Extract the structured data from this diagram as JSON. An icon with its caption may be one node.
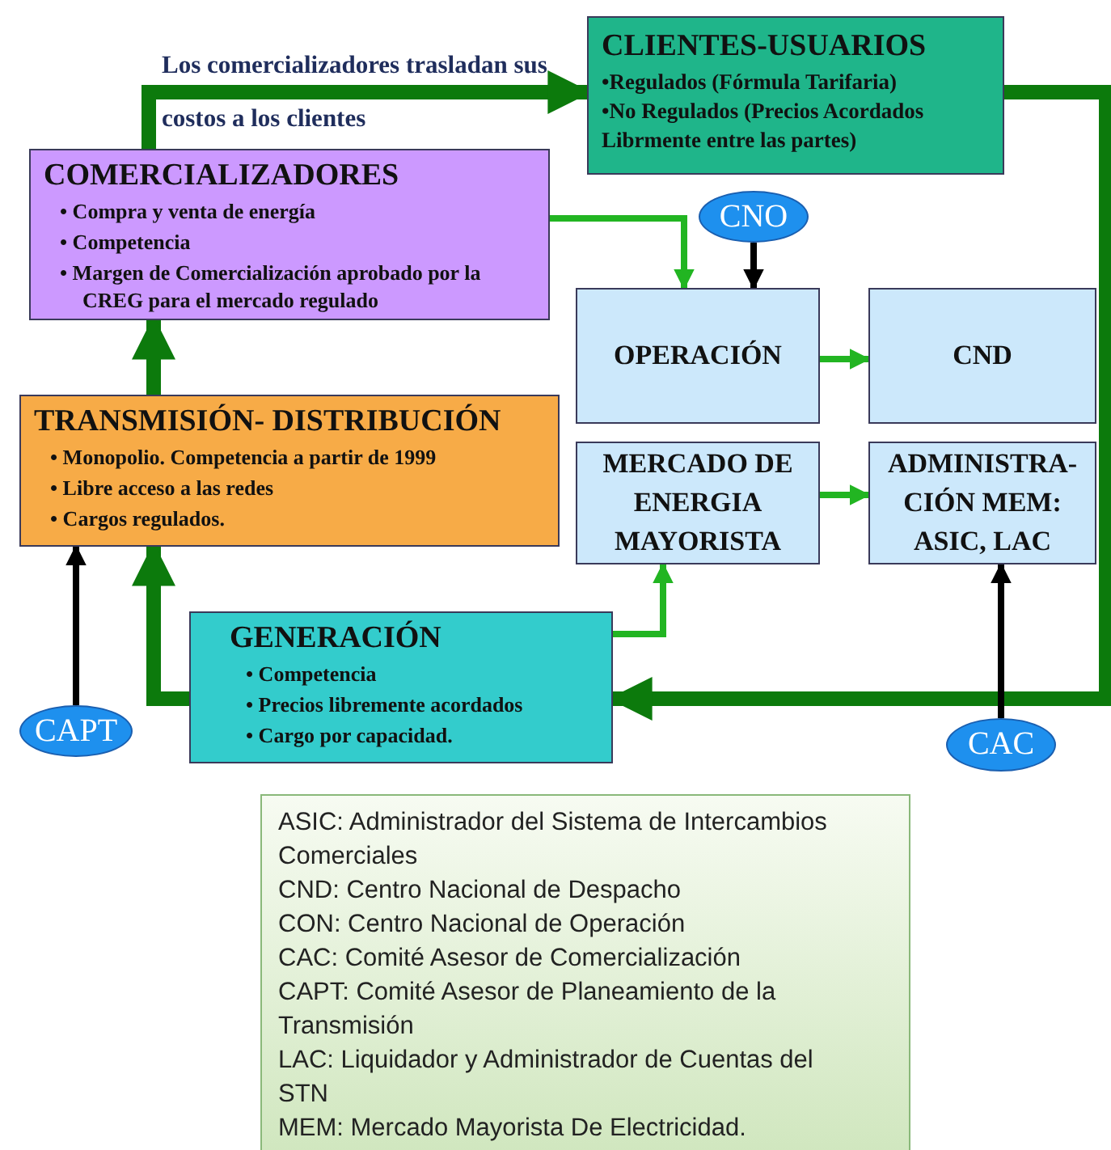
{
  "diagram": {
    "nodes": [
      {
        "text": [
          "CLIENTES-USUARIOS",
          "•Regulados (Fórmula Tarifaria)",
          "•No Regulados (Precios Acordados Librmente entre las partes)"
        ]
      },
      {
        "text": [
          "COMERCIALIZADORES",
          "• Compra y venta de energía",
          "• Competencia",
          "• Margen de Comercialización aprobado por la CREG para el mercado regulado"
        ]
      },
      {
        "text": [
          "CNO"
        ]
      },
      {
        "text": [
          "OPERACIÓN"
        ]
      },
      {
        "text": [
          "CND"
        ]
      },
      {
        "text": [
          "TRANSMISIÓN- DISTRIBUCIÓN",
          "• Monopolio. Competencia a partir de 1999",
          "• Libre acceso a las redes",
          "• Cargos regulados."
        ]
      },
      {
        "text": [
          "MERCADO DE ENERGIA MAYORISTA"
        ]
      },
      {
        "text": [
          "ADMINISTRA- CIÓN MEM: ASIC, LAC"
        ]
      },
      {
        "text": [
          "GENERACIÓN",
          "• Competencia",
          "• Precios libremente acordados",
          "• Cargo por capacidad."
        ]
      },
      {
        "text": [
          "CAPT"
        ]
      },
      {
        "text": [
          "CAC"
        ]
      },
      {
        "text": [
          "ASIC: Administrador del Sistema de Intercambios Comerciales",
          "CND: Centro Nacional de Despacho",
          "CON: Centro Nacional de Operación",
          "CAC: Comité Asesor de Comercialización",
          "CAPT: Comité Asesor de Planeamiento de la Transmisión",
          "LAC: Liquidador y Administrador de Cuentas del STN",
          "MEM: Mercado Mayorista De Electricidad."
        ]
      }
    ],
    "edges": [
      {
        "from": 1,
        "to": 0,
        "arrow": "to",
        "style": "thick",
        "label": "Los comercializadores trasladan sus costos a los clientes"
      },
      {
        "from": 0,
        "to": 8,
        "arrow": "to",
        "style": "thick"
      },
      {
        "from": 8,
        "to": 5,
        "arrow": "to",
        "style": "thick"
      },
      {
        "from": 5,
        "to": 1,
        "arrow": "to",
        "style": "thick"
      },
      {
        "from": 1,
        "to": 3,
        "arrow": "to",
        "color": "#22b522"
      },
      {
        "from": 2,
        "to": 3,
        "arrow": "to",
        "color": "#000000"
      },
      {
        "from": 3,
        "to": 4,
        "arrow": "to",
        "color": "#22b522"
      },
      {
        "from": 6,
        "to": 7,
        "arrow": "to",
        "color": "#22b522"
      },
      {
        "from": 8,
        "to": 6,
        "arrow": "to",
        "color": "#22b522"
      },
      {
        "from": 9,
        "to": 5,
        "arrow": "to",
        "color": "#000000"
      },
      {
        "from": 10,
        "to": 7,
        "arrow": "to",
        "color": "#000000"
      }
    ]
  }
}
